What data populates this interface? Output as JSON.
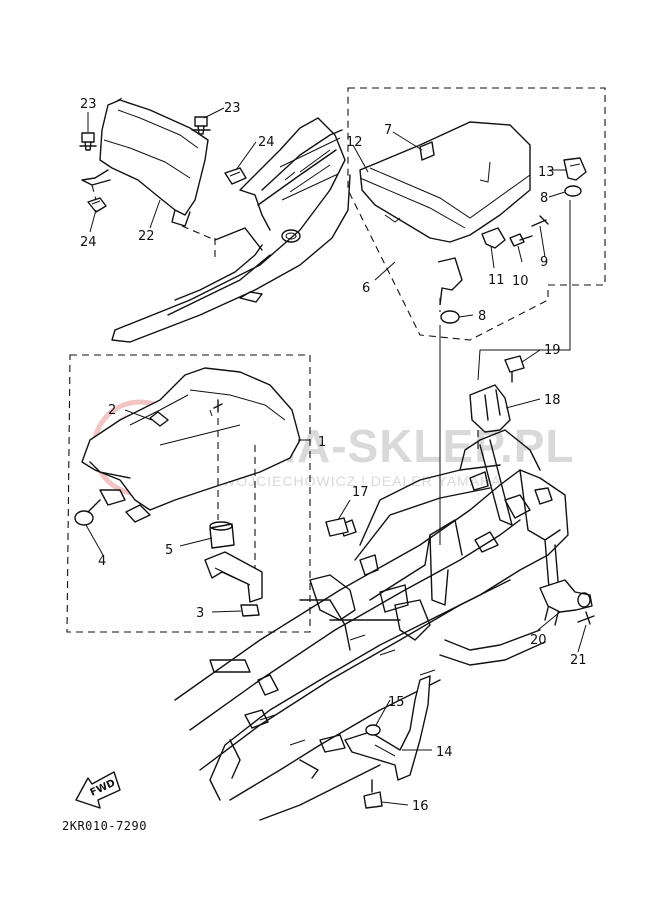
{
  "diagram_code": "2KR010-7290",
  "fwd_label": "FWD",
  "watermark": {
    "title": "YAMA-SKLEP.PL",
    "subtitle": "WOJCIECHOWICZ | DEALER YAMAHA",
    "color": "#d9d9d9",
    "logo_color": "#f3c4c4"
  },
  "callouts": [
    "1",
    "2",
    "3",
    "4",
    "5",
    "6",
    "7",
    "8",
    "8",
    "9",
    "10",
    "11",
    "12",
    "13",
    "14",
    "15",
    "16",
    "17",
    "18",
    "19",
    "20",
    "21",
    "22",
    "23",
    "23",
    "24",
    "24"
  ]
}
